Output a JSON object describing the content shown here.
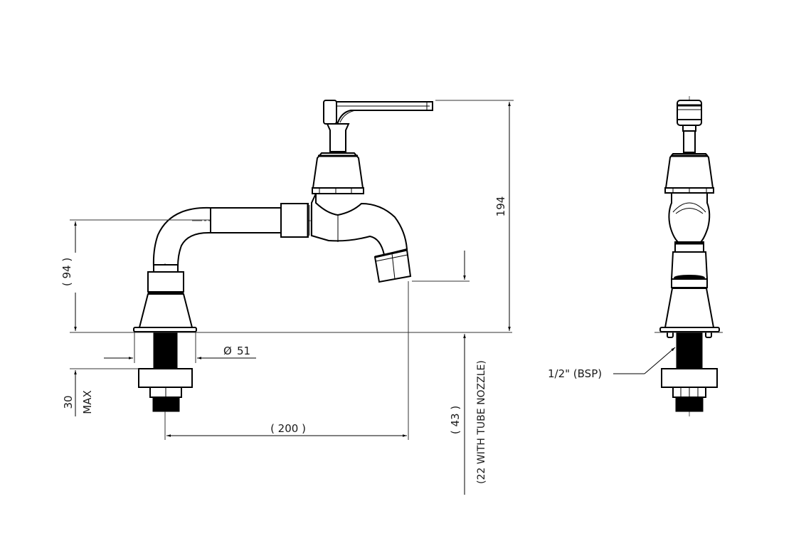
{
  "drawing": {
    "title": "Wall/bench mounted bib tap with swivel spout - dimensioned elevation",
    "views": [
      "side-elevation",
      "front-elevation"
    ]
  },
  "dimensions": {
    "overall_height": "194",
    "spout_height": "( 94 )",
    "max_mount_thickness_value": "30",
    "max_mount_thickness_suffix": "MAX",
    "flange_diameter": "51",
    "diameter_symbol": "Ø",
    "spout_reach": "( 200 )",
    "outlet_height": "( 43 )",
    "outlet_height_note": "(22 WITH TUBE NOZZLE)",
    "thread_spec": "1/2\" (BSP)"
  }
}
